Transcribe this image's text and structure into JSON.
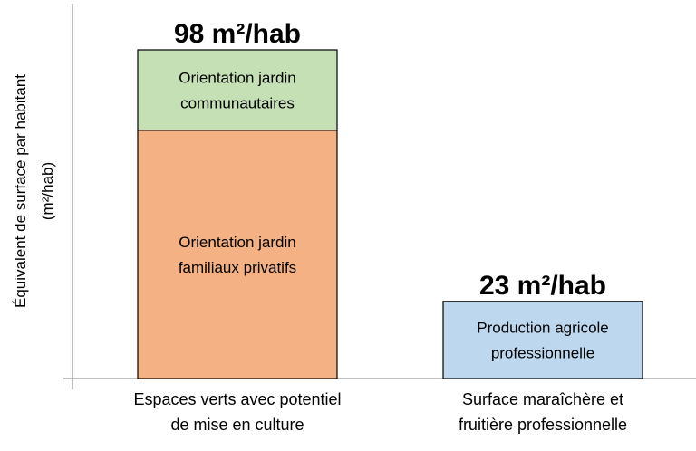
{
  "chart_data": {
    "type": "bar",
    "stacked": true,
    "xlabel": "",
    "ylabel_lines": [
      "Équivalent de surface par habitant",
      "(m²/hab)"
    ],
    "categories": [
      [
        "Espaces verts avec potentiel",
        "de mise en culture"
      ],
      [
        "Surface maraîchère et",
        "fruitière professionnelle"
      ]
    ],
    "totals": [
      "98 m²/hab",
      "23 m²/hab"
    ],
    "ylim": [
      0,
      110
    ],
    "grid": false,
    "legend": "none",
    "bars": [
      {
        "total": 98,
        "segments": [
          {
            "label_lines": [
              "Orientation jardin",
              "familiaux privatifs"
            ],
            "value": 74,
            "color": "#f4b183"
          },
          {
            "label_lines": [
              "Orientation jardin",
              "communautaires"
            ],
            "value": 24,
            "color": "#c5e0b4"
          }
        ]
      },
      {
        "total": 23,
        "segments": [
          {
            "label_lines": [
              "Production agricole",
              "professionnelle"
            ],
            "value": 23,
            "color": "#bdd7ee"
          }
        ]
      }
    ]
  }
}
